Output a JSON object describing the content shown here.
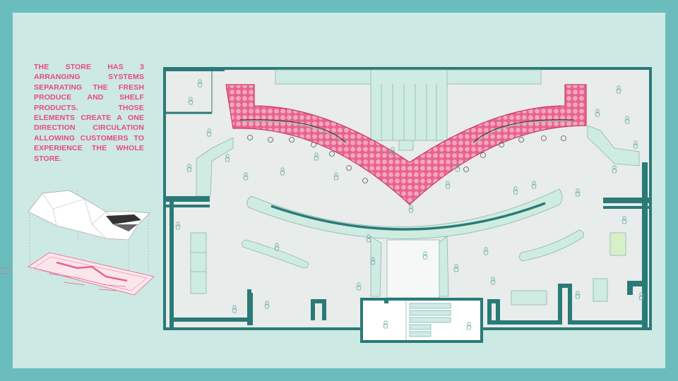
{
  "description": "THE STORE HAS 3 ARRANGING SYSTEMS SEPARATING THE FRESH PRODUCE AND SHELF PRODUCTS. THOSE ELEMENTS CREATE A ONE DIRECTION CIRCULATION ALLOWING CUSTOMERS TO EXPERIENCE THE WHOLE STORE.",
  "colors": {
    "frame": "#6bbdbd",
    "panel": "#cde9e3",
    "wall": "#2a7a78",
    "floor": "#e8ecea",
    "fixture": "#cfece2",
    "fixture_stroke": "#8fb5ad",
    "accent_pink": "#e84a7c",
    "text_pink": "#e84a7c"
  },
  "icons": [
    "axonometric-model-icon",
    "floor-plan-layers-icon",
    "shopper-figure-icon",
    "column-icon"
  ],
  "systems": [
    "fresh-produce-counter",
    "central-shelf-arc",
    "side-shelf-curves"
  ]
}
